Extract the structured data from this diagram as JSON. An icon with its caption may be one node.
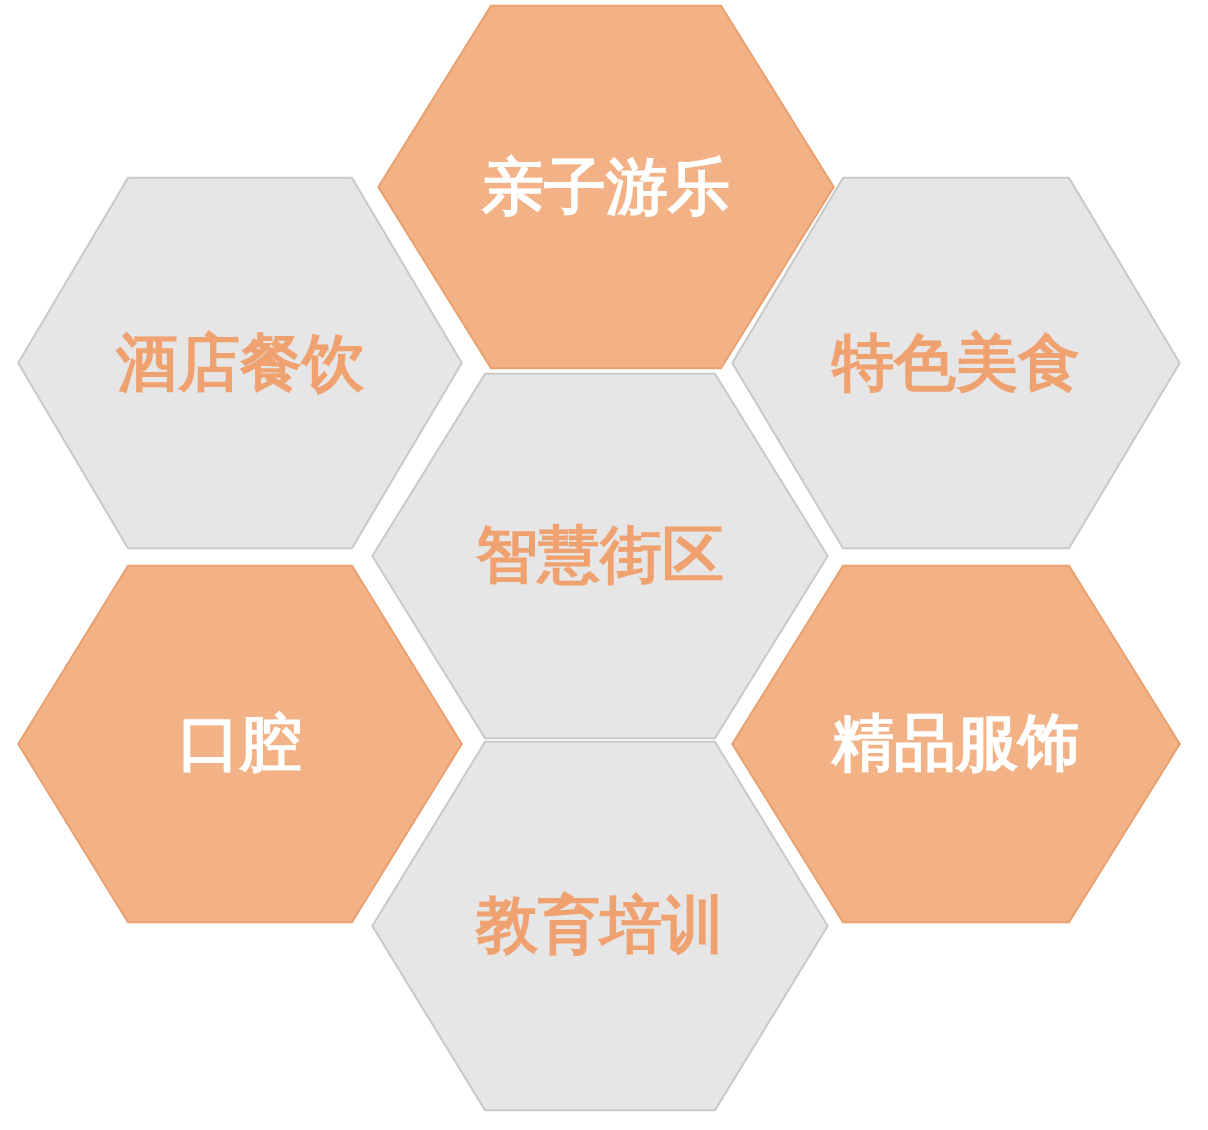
{
  "diagram": {
    "nodes": [
      {
        "text": [
          "亲子游乐"
        ]
      },
      {
        "text": [
          "酒店餐饮"
        ]
      },
      {
        "text": [
          "特色美食"
        ]
      },
      {
        "text": [
          "智慧街区"
        ]
      },
      {
        "text": [
          "口腔"
        ]
      },
      {
        "text": [
          "精品服饰"
        ]
      },
      {
        "text": [
          "教育培训"
        ]
      }
    ]
  }
}
